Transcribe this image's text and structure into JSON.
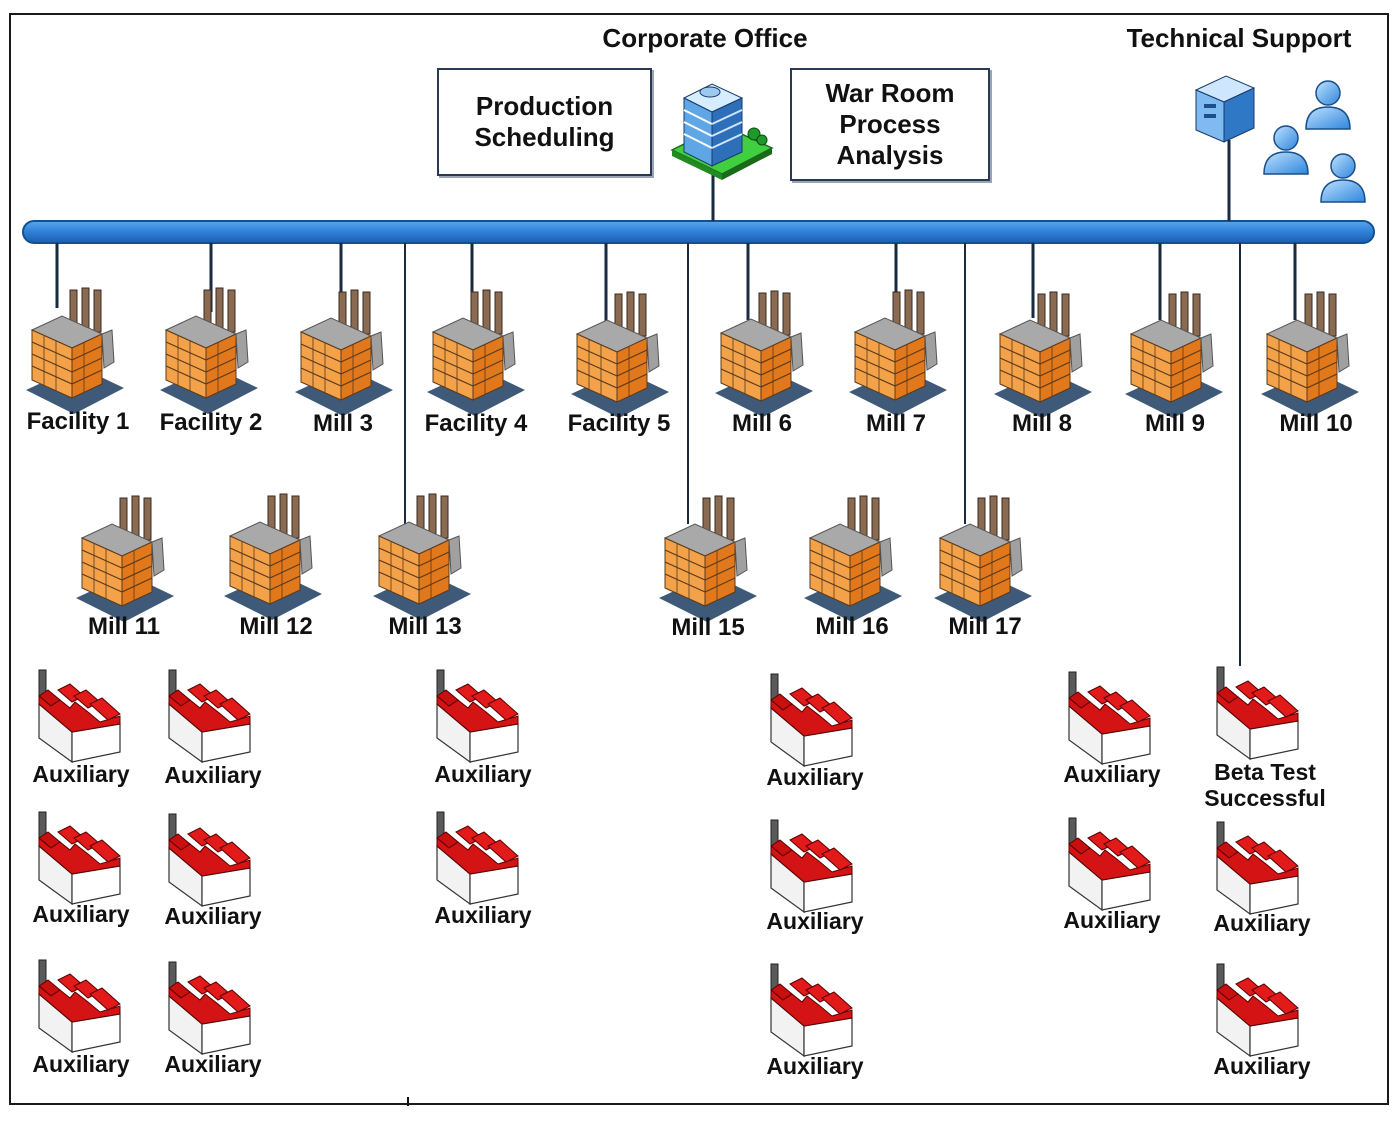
{
  "headers": {
    "corporate": "Corporate Office",
    "support": "Technical Support"
  },
  "boxes": {
    "production": [
      "Production",
      "Scheduling"
    ],
    "warroom": [
      "War Room",
      "Process",
      "Analysis"
    ]
  },
  "facilities_row1": [
    "Facility 1",
    "Facility 2",
    "Mill 3",
    "Facility 4",
    "Facility 5",
    "Mill 6",
    "Mill 7",
    "Mill 8",
    "Mill 9",
    "Mill 10"
  ],
  "facilities_row2": [
    "Mill 11",
    "Mill 12",
    "Mill 13",
    "Mill 15",
    "Mill 16",
    "Mill 17"
  ],
  "auxiliary": {
    "label": "Auxiliary",
    "beta": [
      "Beta Test",
      "Successful"
    ]
  },
  "colors": {
    "bus": "#2f7fd8",
    "bus_edge": "#12508f",
    "roof": "#c81010",
    "building": "#f08a2e"
  }
}
